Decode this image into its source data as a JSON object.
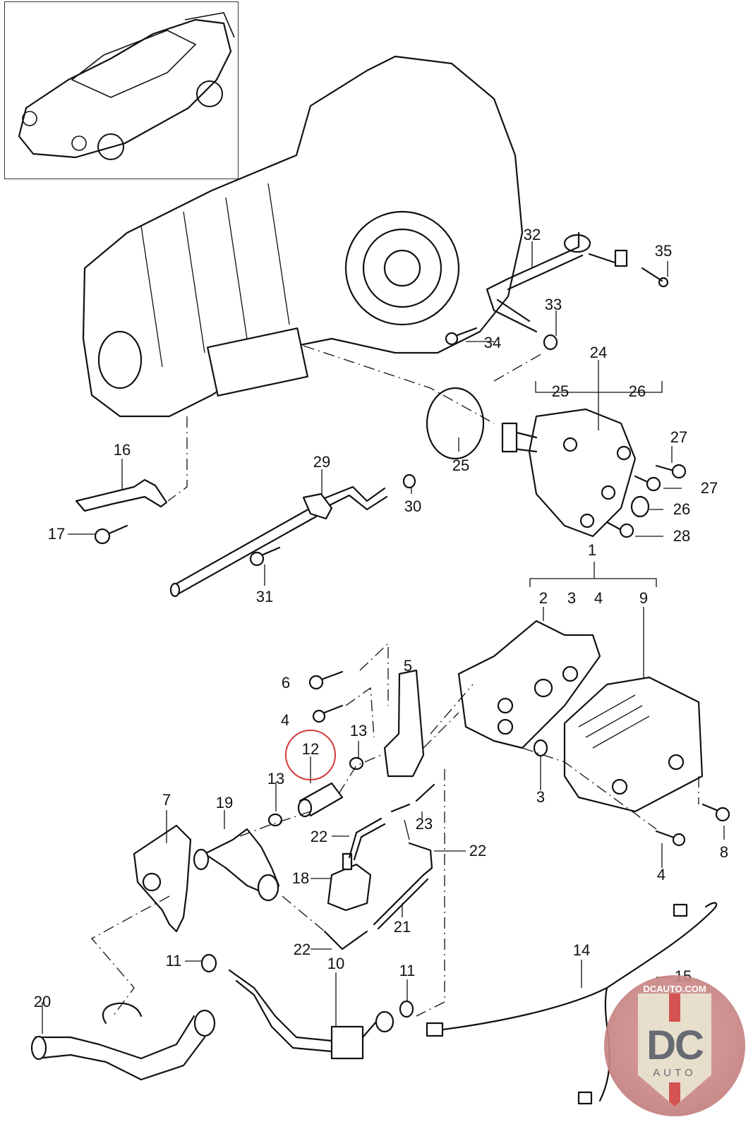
{
  "diagram": {
    "title": "Porsche 911 transmission oil cooling — exploded parts diagram",
    "thumbnail": "vehicle-overview-coupe",
    "highlight": {
      "part": "12",
      "color": "#d23a3a"
    },
    "callouts": [
      {
        "id": "c1",
        "text": "1"
      },
      {
        "id": "c2",
        "text": "2"
      },
      {
        "id": "c3a",
        "text": "3"
      },
      {
        "id": "c3b",
        "text": "3"
      },
      {
        "id": "c4a",
        "text": "4"
      },
      {
        "id": "c4b",
        "text": "4"
      },
      {
        "id": "c4c",
        "text": "4"
      },
      {
        "id": "c5",
        "text": "5"
      },
      {
        "id": "c6",
        "text": "6"
      },
      {
        "id": "c7",
        "text": "7"
      },
      {
        "id": "c8",
        "text": "8"
      },
      {
        "id": "c9",
        "text": "9"
      },
      {
        "id": "c10",
        "text": "10"
      },
      {
        "id": "c11a",
        "text": "11"
      },
      {
        "id": "c11b",
        "text": "11"
      },
      {
        "id": "c12",
        "text": "12"
      },
      {
        "id": "c13a",
        "text": "13"
      },
      {
        "id": "c13b",
        "text": "13"
      },
      {
        "id": "c14",
        "text": "14"
      },
      {
        "id": "c15",
        "text": "15"
      },
      {
        "id": "c16",
        "text": "16"
      },
      {
        "id": "c17",
        "text": "17"
      },
      {
        "id": "c18",
        "text": "18"
      },
      {
        "id": "c19",
        "text": "19"
      },
      {
        "id": "c20",
        "text": "20"
      },
      {
        "id": "c21",
        "text": "21"
      },
      {
        "id": "c22a",
        "text": "22"
      },
      {
        "id": "c22b",
        "text": "22"
      },
      {
        "id": "c22c",
        "text": "22"
      },
      {
        "id": "c23",
        "text": "23"
      },
      {
        "id": "c24",
        "text": "24"
      },
      {
        "id": "c25a",
        "text": "25"
      },
      {
        "id": "c25b",
        "text": "25"
      },
      {
        "id": "c26a",
        "text": "26"
      },
      {
        "id": "c26b",
        "text": "26"
      },
      {
        "id": "c27a",
        "text": "27"
      },
      {
        "id": "c27b",
        "text": "27"
      },
      {
        "id": "c28",
        "text": "28"
      },
      {
        "id": "c29",
        "text": "29"
      },
      {
        "id": "c30",
        "text": "30"
      },
      {
        "id": "c31",
        "text": "31"
      },
      {
        "id": "c32",
        "text": "32"
      },
      {
        "id": "c33",
        "text": "33"
      },
      {
        "id": "c34",
        "text": "34"
      },
      {
        "id": "c35",
        "text": "35"
      }
    ],
    "groups": [
      {
        "parent": "24",
        "children": [
          "25",
          "26"
        ]
      },
      {
        "parent": "1",
        "children": [
          "2",
          "3",
          "4",
          "9"
        ]
      }
    ]
  },
  "watermark": {
    "site": "DCAUTO.COM",
    "letters": "DC",
    "word": "AUTO",
    "colors": {
      "badge": "#c98585",
      "shield": "#e6ddc8",
      "stripe": "#d14545",
      "text": "#5a5f68"
    }
  }
}
